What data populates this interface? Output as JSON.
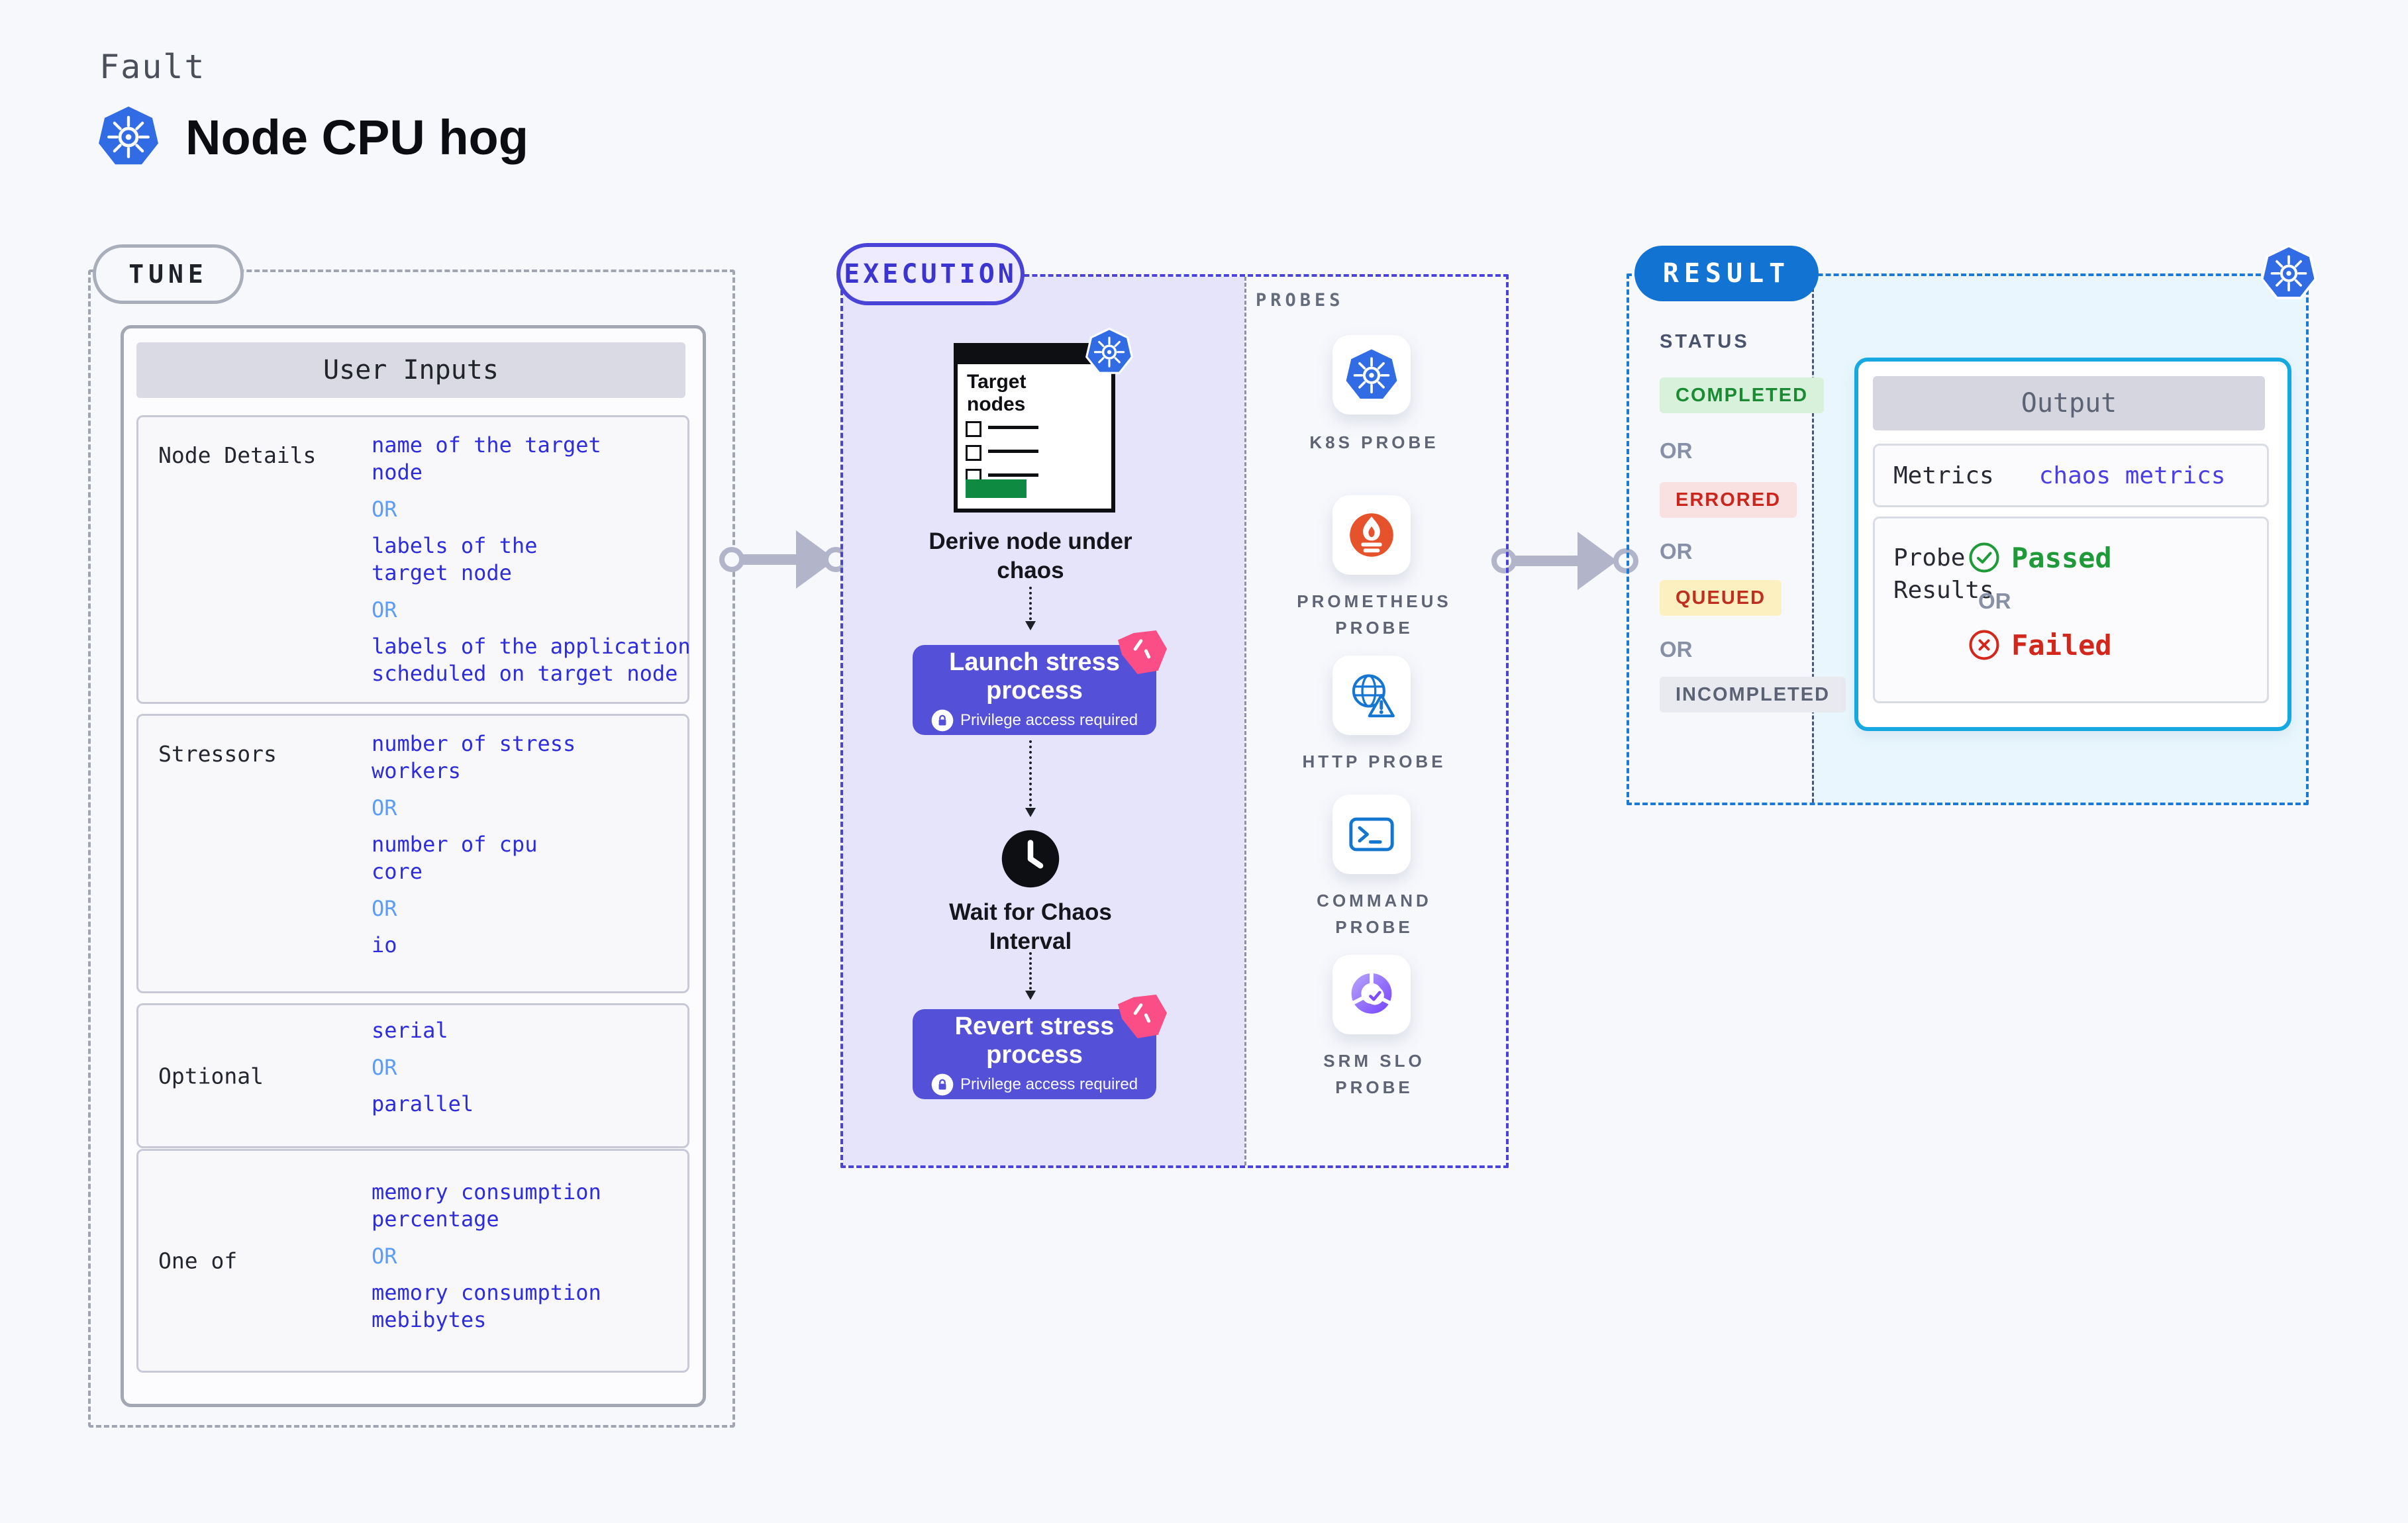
{
  "page": {
    "kicker": "Fault",
    "title": "Node CPU hog"
  },
  "tune": {
    "badge": "TUNE",
    "header": "User Inputs",
    "or_label": "OR",
    "rows": [
      {
        "label": "Node Details",
        "values": [
          "name of the target\nnode",
          "labels of the\ntarget node",
          "labels of the application\n scheduled on target node"
        ]
      },
      {
        "label": "Stressors",
        "values": [
          "number of stress\nworkers",
          "number of cpu\ncore",
          "io"
        ]
      },
      {
        "label": "Optional",
        "values": [
          "serial",
          "parallel"
        ]
      },
      {
        "label": "One of",
        "values": [
          "memory consumption\npercentage",
          "memory consumption\nmebibytes"
        ]
      }
    ]
  },
  "execution": {
    "badge": "EXECUTION",
    "window_title": "Target\nnodes",
    "derive": "Derive node under chaos",
    "launch": "Launch stress process",
    "privilege": "Privilege access required",
    "wait": "Wait for Chaos Interval",
    "revert": "Revert stress process"
  },
  "probes": {
    "title": "PROBES",
    "items": [
      {
        "icon": "kubernetes-icon",
        "label": "K8S PROBE"
      },
      {
        "icon": "prometheus-icon",
        "label": "PROMETHEUS\nPROBE"
      },
      {
        "icon": "http-globe-icon",
        "label": "HTTP PROBE"
      },
      {
        "icon": "command-terminal-icon",
        "label": "COMMAND\nPROBE"
      },
      {
        "icon": "srm-slo-icon",
        "label": "SRM SLO\nPROBE"
      }
    ]
  },
  "result": {
    "badge": "RESULT",
    "status_title": "STATUS",
    "or_label": "OR",
    "statuses": [
      {
        "label": "COMPLETED",
        "fg": "#1b8a33",
        "bg": "#d8f1da"
      },
      {
        "label": "ERRORED",
        "fg": "#c9271e",
        "bg": "#fae1e1"
      },
      {
        "label": "QUEUED",
        "fg": "#bf2f1f",
        "bg": "#fdf0c0"
      },
      {
        "label": "INCOMPLETED",
        "fg": "#5b6273",
        "bg": "#e9e9f0"
      }
    ],
    "output": {
      "header": "Output",
      "metrics_label": "Metrics",
      "metrics_value": "chaos metrics",
      "probe_results_label": "Probe\nResults",
      "passed": "Passed",
      "failed": "Failed"
    }
  },
  "colors": {
    "accent_indigo": "#4a43d8",
    "accent_blue": "#1373d3",
    "accent_cyan": "#15a8e1",
    "kubernetes_blue": "#326ce5",
    "button_indigo": "#5450d8",
    "value_blue": "#2e2ddc",
    "or_blue": "#5b9df8",
    "passed_green": "#1e9a38",
    "failed_red": "#d3271c",
    "ribbon_pink": "#fb4e86",
    "prometheus_orange": "#e6522c",
    "probe_icon_blue": "#1576d2",
    "srm_purple": "#7c4dff"
  }
}
